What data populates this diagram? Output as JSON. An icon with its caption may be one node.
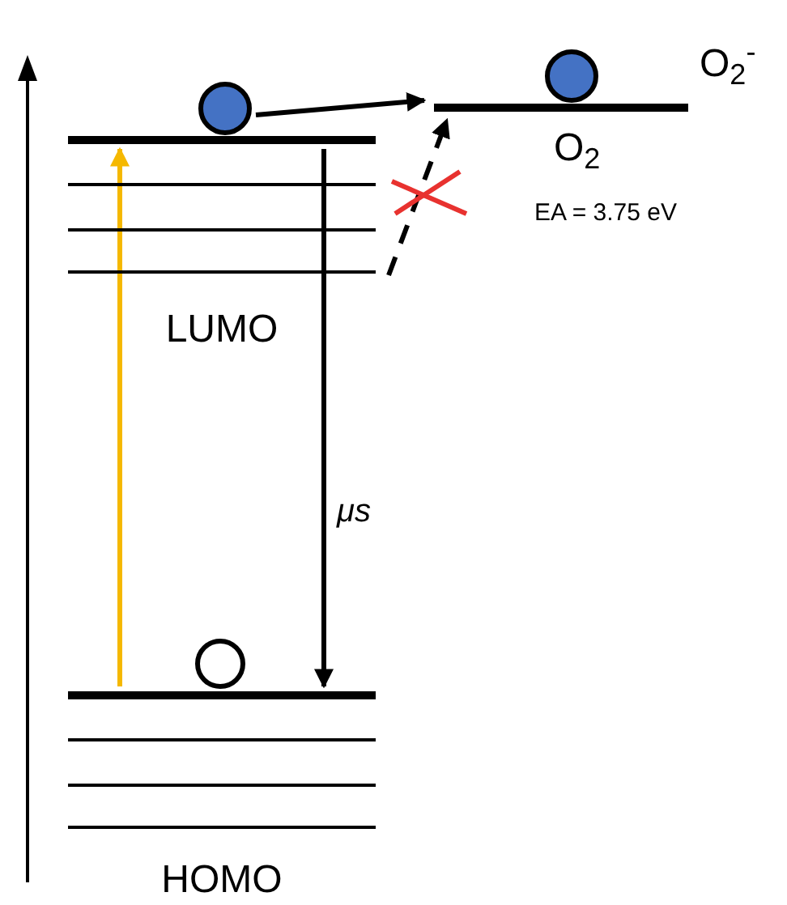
{
  "diagram": {
    "nodes": [
      {
        "text": [
          "LUMO"
        ]
      },
      {
        "text": [
          "HOMO"
        ]
      },
      {
        "text": [],
        "shape": "circle"
      },
      {
        "text": [],
        "shape": "circle"
      },
      {
        "text": [
          "O$_{2}$",
          "EA = 3.75 eV"
        ],
        "beside": [
          "O$_{2}$$^{-}$"
        ]
      },
      {
        "text": [],
        "shape": "circle"
      }
    ],
    "edges": [
      {
        "from": 1,
        "to": 0,
        "arrow": "to",
        "color": "#f5b800"
      },
      {
        "from": 0,
        "to": 1,
        "arrow": "to",
        "label": "μs"
      },
      {
        "from": 2,
        "to": 4,
        "arrow": "to"
      },
      {
        "from": 0,
        "to": 4,
        "arrow": "to",
        "style": "dashed"
      }
    ]
  }
}
